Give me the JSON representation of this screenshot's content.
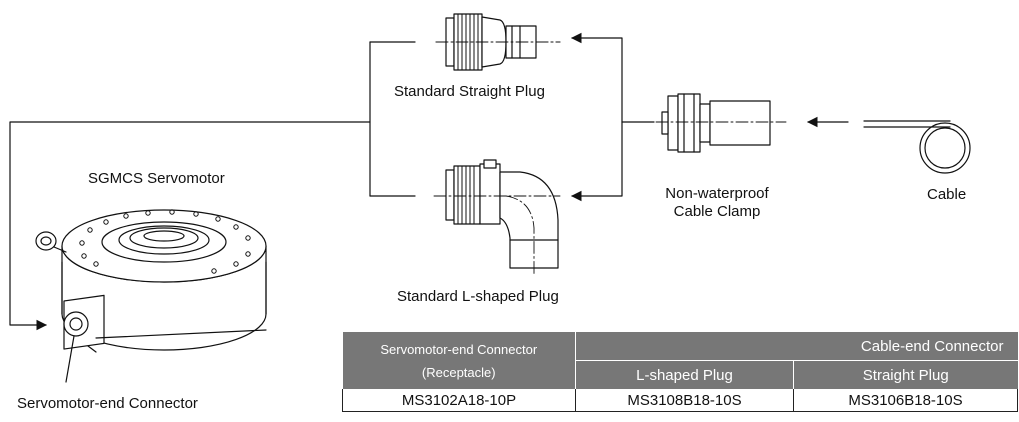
{
  "labels": {
    "straight_plug": "Standard Straight Plug",
    "l_plug": "Standard L-shaped Plug",
    "servomotor": "SGMCS Servomotor",
    "servo_connector": "Servomotor-end Connector",
    "clamp_line1": "Non-waterproof",
    "clamp_line2": "Cable Clamp",
    "cable": "Cable"
  },
  "table": {
    "col1_header_line1": "Servomotor-end Connector",
    "col1_header_line2": "(Receptacle)",
    "group_header": "Cable-end Connector",
    "col2_header": "L-shaped Plug",
    "col3_header": "Straight Plug",
    "row": {
      "receptacle": "MS3102A18-10P",
      "l_plug": "MS3108B18-10S",
      "straight_plug": "MS3106B18-10S"
    }
  },
  "colors": {
    "line": "#111111",
    "header_fill": "#777777",
    "header_text": "#ffffff"
  }
}
